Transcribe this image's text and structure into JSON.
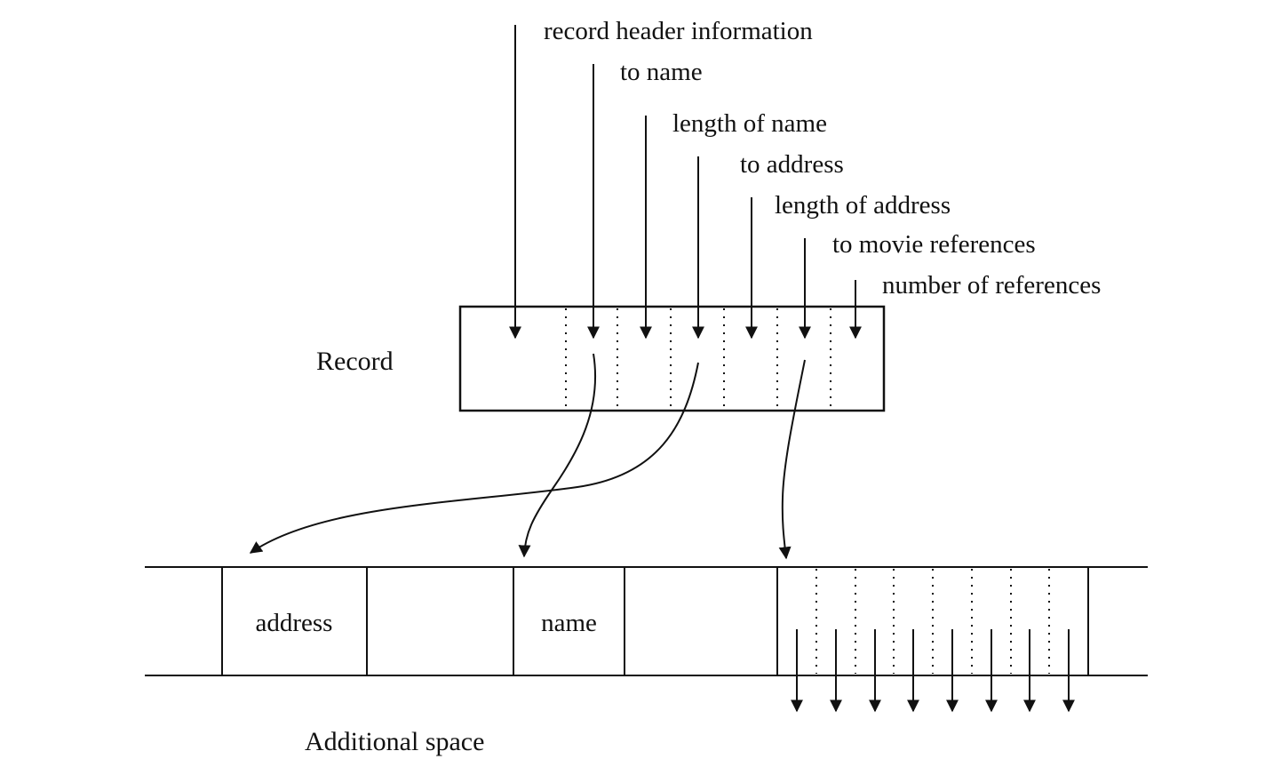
{
  "diagram": {
    "colors": {
      "ink": "#111111",
      "background": "#ffffff"
    },
    "pointer_labels": [
      "record header information",
      "to name",
      "length of name",
      "to address",
      "length of address",
      "to movie references",
      "number of references"
    ],
    "record_label": "Record",
    "band_cells": {
      "address": "address",
      "name": "name"
    },
    "additional_space_label": "Additional space"
  }
}
